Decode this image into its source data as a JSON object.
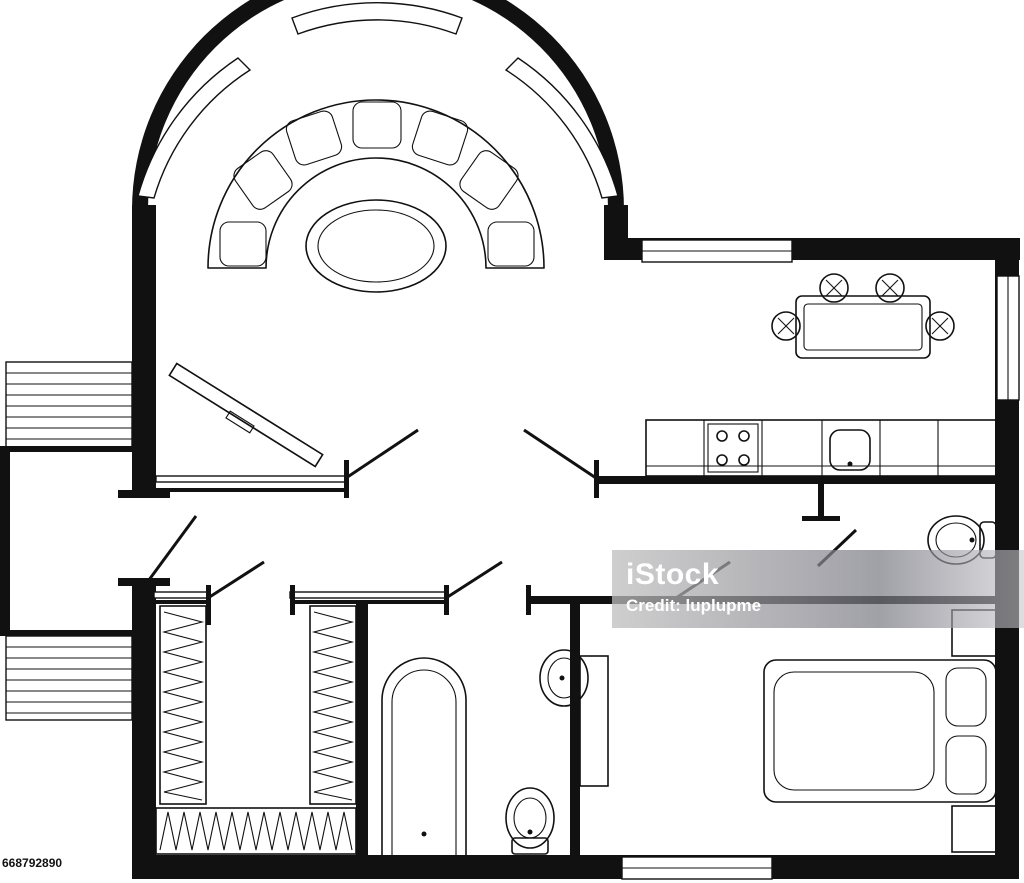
{
  "watermark": {
    "brand": "iStock",
    "credit": "Credit: luplupme"
  },
  "image_id_label": "668792890",
  "colors": {
    "wall": "#111111",
    "background": "#ffffff",
    "watermark_text": "#ffffff"
  },
  "icons": [
    "radiator-icon",
    "stove-burner-icon",
    "sink-icon",
    "toilet-icon",
    "bathtub-icon",
    "chair-icon"
  ]
}
